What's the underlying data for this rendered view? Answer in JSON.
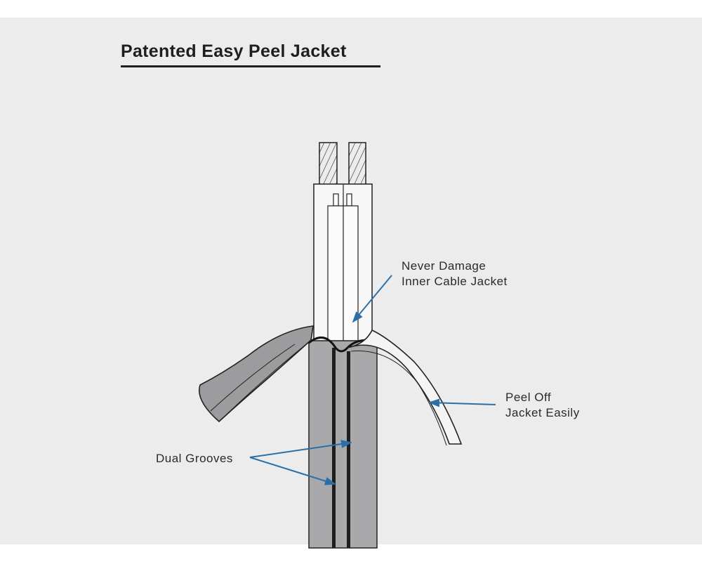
{
  "title": "Patented Easy Peel Jacket",
  "labels": {
    "inner_jacket": [
      "Never Damage",
      "Inner Cable Jacket"
    ],
    "peel_off": [
      "Peel Off",
      "Jacket Easily"
    ],
    "grooves": "Dual Grooves"
  },
  "colors": {
    "arrow": "#2a6fa8",
    "jacket": "#a9a9ab",
    "background": "#ececec"
  }
}
